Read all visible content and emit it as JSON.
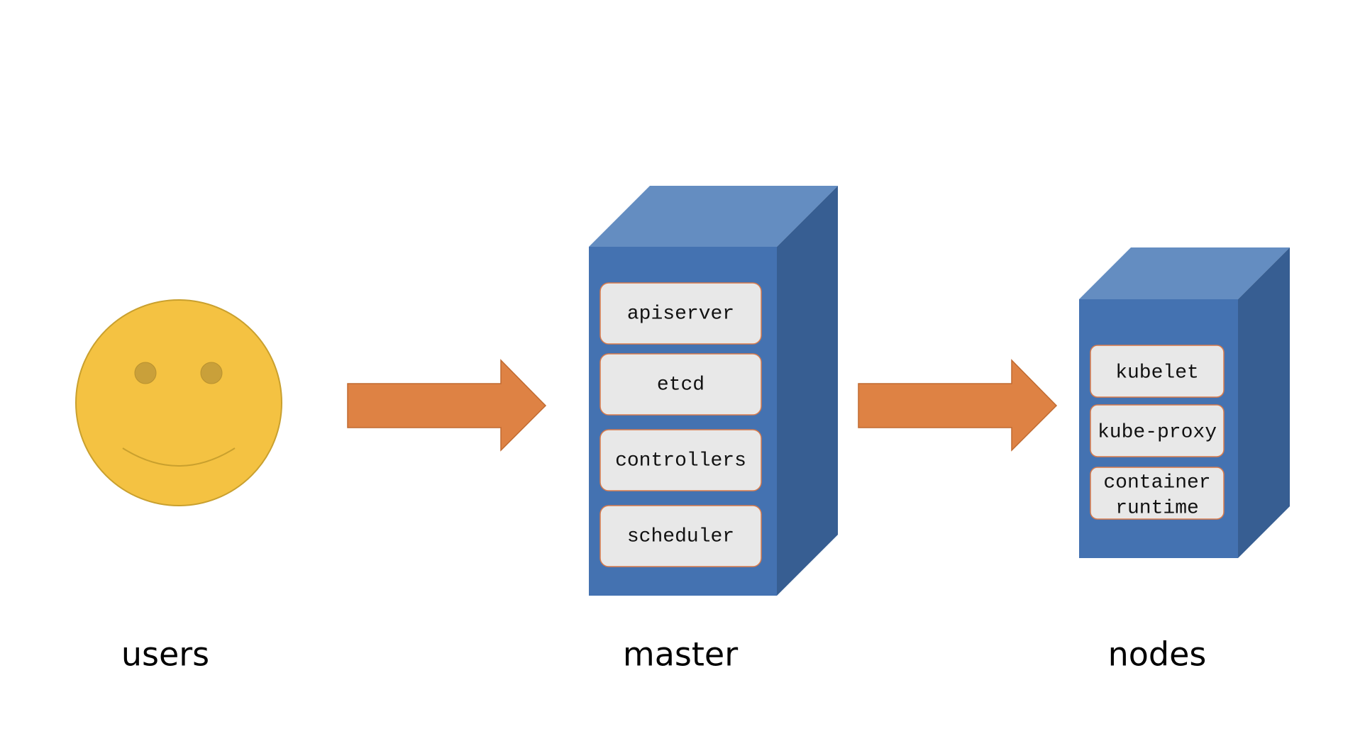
{
  "users": {
    "label": "users"
  },
  "master": {
    "label": "master",
    "components": [
      "apiserver",
      "etcd",
      "controllers",
      "scheduler"
    ]
  },
  "nodes": {
    "label": "nodes",
    "components": [
      [
        "kubelet"
      ],
      [
        "kube-proxy"
      ],
      [
        "container",
        "runtime"
      ]
    ]
  },
  "colors": {
    "server_front": "#4472b1",
    "server_top": "#648dc1",
    "server_side": "#375e92",
    "component_fill": "#e8e8e8",
    "component_border": "#d97a4a",
    "arrow_fill": "#de8244",
    "arrow_stroke": "#c06a30",
    "face_fill": "#f4c242",
    "face_stroke": "#c9a02e",
    "eye_fill": "#c9a03a"
  }
}
